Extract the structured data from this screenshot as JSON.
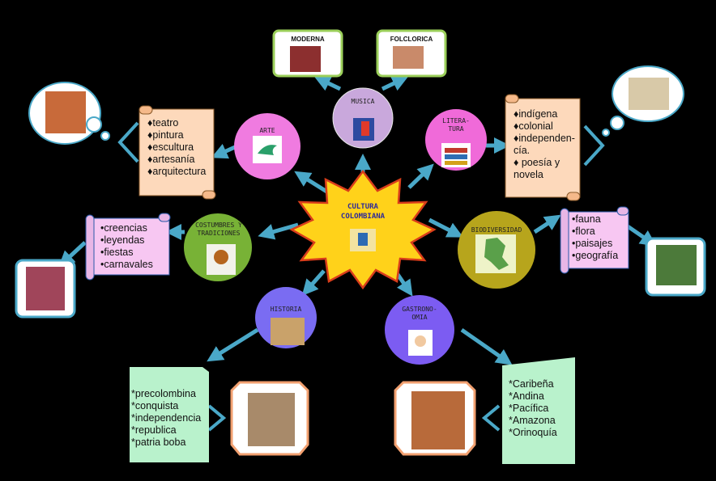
{
  "center": {
    "line1": "CULTURA",
    "line2": "COLOMBIANA",
    "icon": "colombia-coat-of-arms-icon"
  },
  "nodes": {
    "musica": {
      "label": "MUSICA",
      "icon": "music-collage-icon"
    },
    "arte": {
      "label": "ARTE",
      "icon": "hummingbird-art-icon"
    },
    "literatura": {
      "line1": "LITERA-",
      "line2": "TURA",
      "icon": "books-icon"
    },
    "costumbres": {
      "line1": "COSTUMBRES Y",
      "line2": "TRADICIONES",
      "icon": "festival-icon"
    },
    "biodiversidad": {
      "label": "BIODIVERSIDAD",
      "icon": "colombia-map-icon"
    },
    "historia": {
      "label": "HISTORIA",
      "icon": "history-scene-icon"
    },
    "gastronomia": {
      "line1": "GASTRONO-",
      "line2": "OMIA",
      "icon": "chef-icon"
    }
  },
  "musica_boxes": {
    "moderna": "MODERNA",
    "folclorica": "FOLCLORICA"
  },
  "lists": {
    "arte": [
      "♦teatro",
      "♦pintura",
      "♦escultura",
      "♦artesanía",
      "♦arquitectura"
    ],
    "literatura": [
      "♦indígena",
      "♦colonial",
      "♦independen-",
      "cía.",
      "♦  poesía y",
      "novela"
    ],
    "costumbres": [
      "•creencias",
      "•leyendas",
      "•fiestas",
      "•carnavales"
    ],
    "biodiversidad": [
      "•fauna",
      "•flora",
      "•paisajes",
      "•geografía"
    ],
    "historia": [
      "*precolombina",
      "*conquista",
      "*independencia",
      "*republica",
      "*patria boba"
    ],
    "gastronomia": [
      "*Caribeña",
      "*Andina",
      "*Pacífica",
      "*Amazona",
      "*Orinoquía"
    ]
  },
  "colors": {
    "background": "#000000",
    "star": "#ffd21a",
    "star_border": "#d93d1a",
    "arrow": "#4aa8c8",
    "musica": "#c9a8dc",
    "arte": "#f07be0",
    "literatura": "#f06ad9",
    "costumbres": "#78b236",
    "biodiversidad": "#b7a51c",
    "historia": "#7a6cf2",
    "gastronomia": "#7c5cf2",
    "scroll_peach": "#fdd9bb",
    "scroll_pink": "#f7c7f2",
    "note_green": "#b9f2cc"
  }
}
